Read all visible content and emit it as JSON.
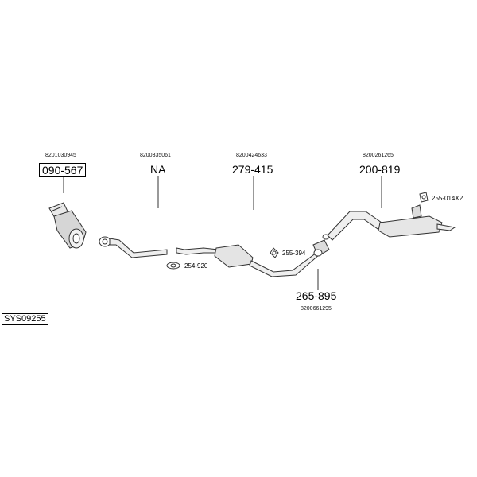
{
  "system_code": "SYS09255",
  "parts": [
    {
      "id": "catalytic-converter",
      "oem": "8201030945",
      "number": "090-567",
      "boxed": true
    },
    {
      "id": "front-pipe",
      "oem": "8200335061",
      "number": "NA",
      "boxed": false
    },
    {
      "id": "middle-silencer",
      "oem": "8200424633",
      "number": "279-415",
      "boxed": false
    },
    {
      "id": "rear-silencer",
      "oem": "8200261265",
      "number": "200-819",
      "boxed": false
    },
    {
      "id": "flex-joint",
      "oem": "8200661295",
      "number": "265-895",
      "boxed": false
    }
  ],
  "hardware": [
    {
      "id": "rubber-mount",
      "number": "255-014X2"
    },
    {
      "id": "hanger-clamp",
      "number": "255-394"
    },
    {
      "id": "gasket",
      "number": "254-920"
    }
  ]
}
